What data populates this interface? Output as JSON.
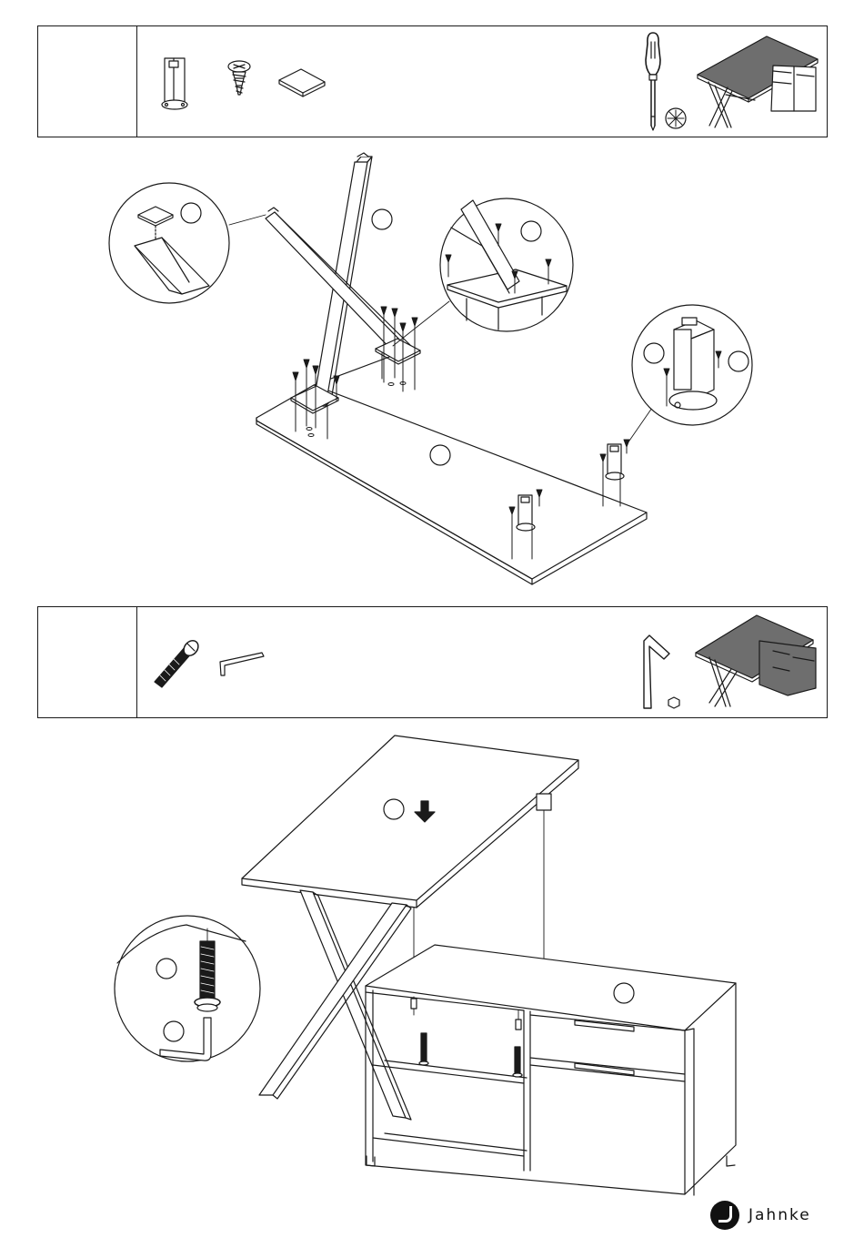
{
  "brand": {
    "name": "Jahnke"
  },
  "steps": [
    {
      "parts": [
        "leg-bracket",
        "pan-head-screw",
        "felt-pad"
      ],
      "tools": [
        "phillips-screwdriver",
        "phillips-bit-symbol"
      ],
      "preview": "desk-with-x-legs"
    },
    {
      "parts": [
        "connector-bolt",
        "allen-key"
      ],
      "tools": [
        "allen-key-large",
        "hex-symbol"
      ],
      "preview": "desk-with-cabinet"
    }
  ],
  "icons": {
    "down-arrow": "placement-arrow",
    "callout": "detail-magnifier"
  }
}
